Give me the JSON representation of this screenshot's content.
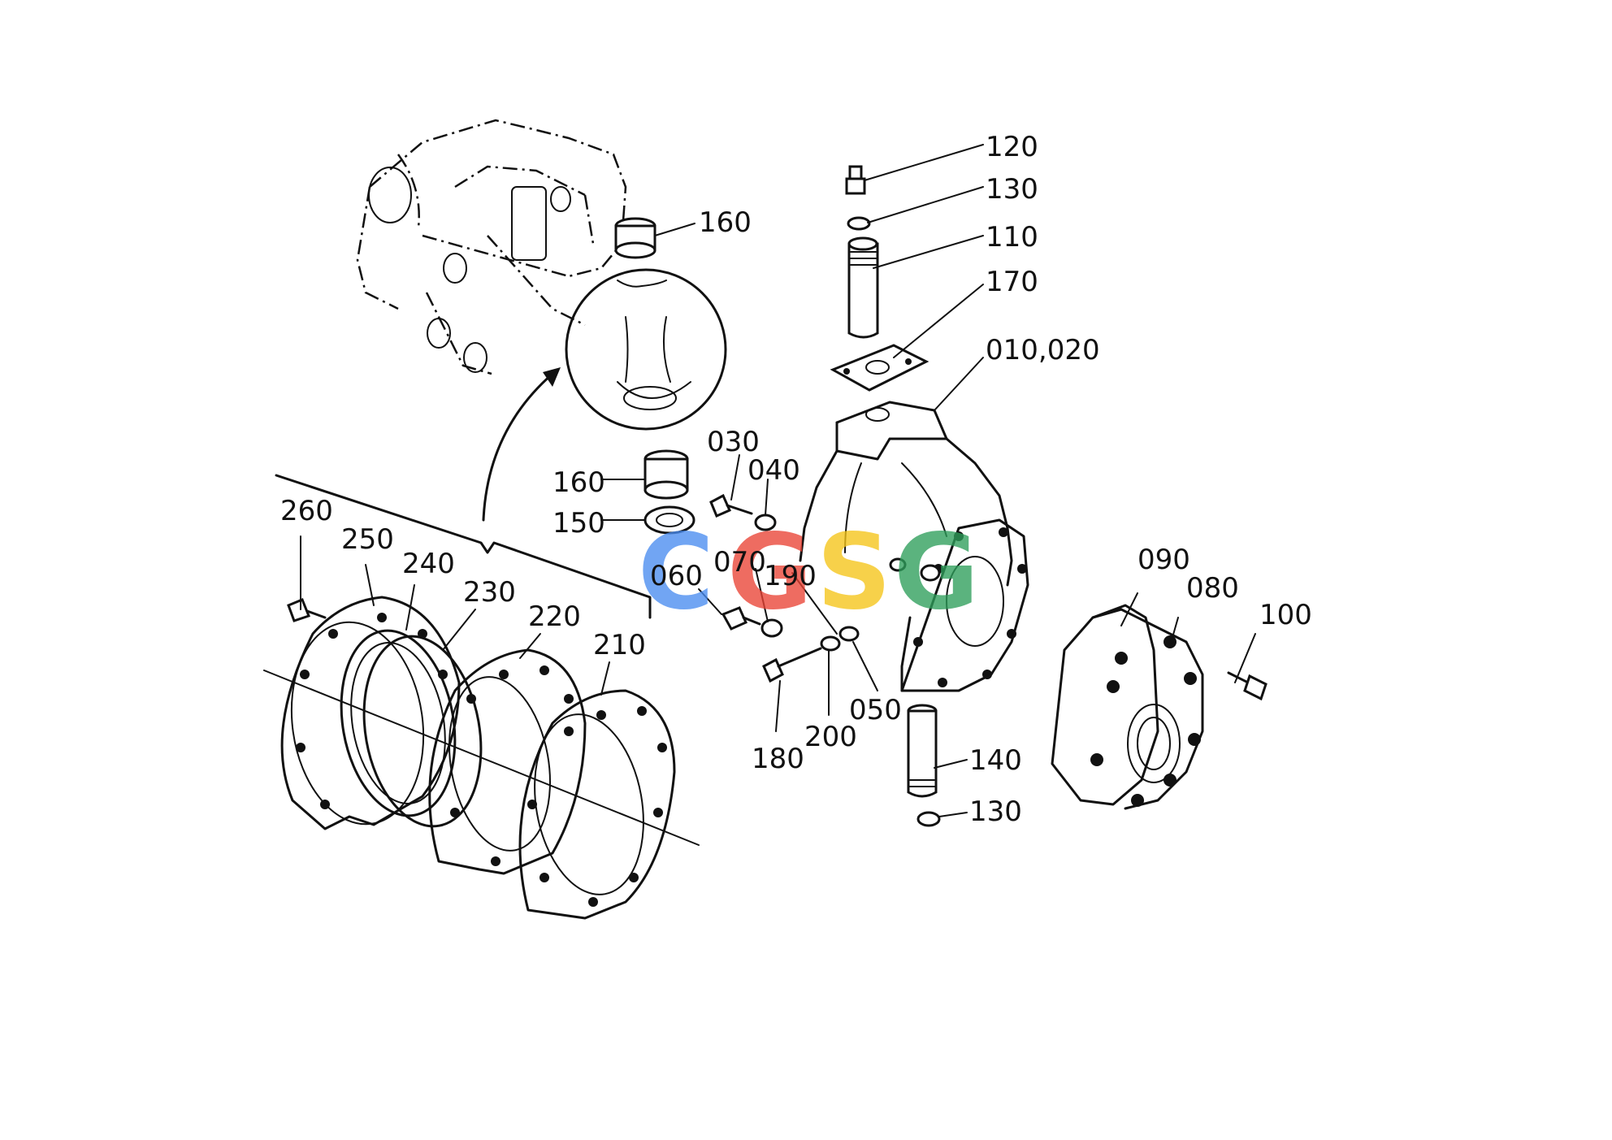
{
  "watermark": {
    "letters": [
      {
        "char": "C",
        "color": "#4a8cf0"
      },
      {
        "char": "G",
        "color": "#ea4335"
      },
      {
        "char": "S",
        "color": "#f5c518"
      },
      {
        "char": "G",
        "color": "#2e9e5b"
      }
    ]
  },
  "callouts": {
    "c120": "120",
    "c130a": "130",
    "c110": "110",
    "c170": "170",
    "c010": "010,020",
    "c160a": "160",
    "c160b": "160",
    "c150": "150",
    "c030": "030",
    "c040": "040",
    "c070": "070",
    "c190": "190",
    "c060": "060",
    "c180": "180",
    "c200": "200",
    "c050": "050",
    "c140": "140",
    "c130b": "130",
    "c090": "090",
    "c080": "080",
    "c100": "100",
    "c260": "260",
    "c250": "250",
    "c240": "240",
    "c230": "230",
    "c220": "220",
    "c210": "210"
  }
}
